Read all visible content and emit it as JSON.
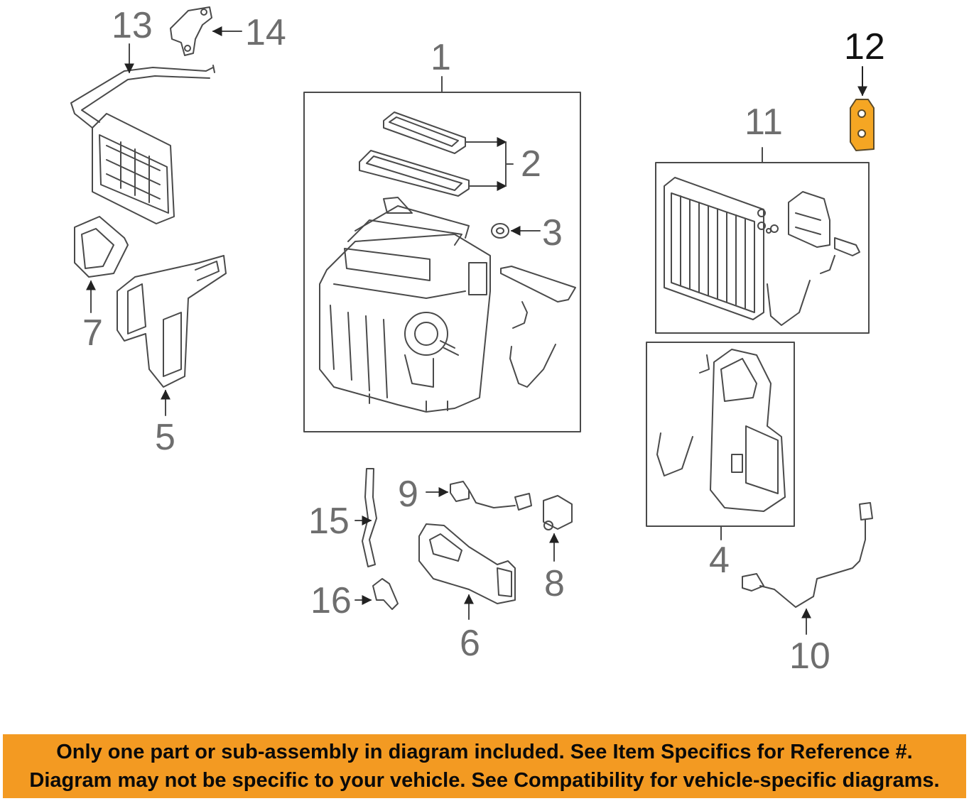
{
  "callouts": {
    "n1": "1",
    "n2": "2",
    "n3": "3",
    "n4": "4",
    "n5": "5",
    "n6": "6",
    "n7": "7",
    "n8": "8",
    "n9": "9",
    "n10": "10",
    "n11": "11",
    "n12": "12",
    "n13": "13",
    "n14": "14",
    "n15": "15",
    "n16": "16"
  },
  "highlighted_part": "12",
  "colors": {
    "line": "#4a4a4a",
    "label": "#6e6e6e",
    "highlight": "#f5a623",
    "banner": "#f39a22",
    "banner_text": "#0a0a0a"
  },
  "banner": {
    "line1": "Only one part or sub-assembly in diagram included. See Item Specifics for Reference #.",
    "line2": "Diagram may not be specific to your vehicle. See Compatibility for vehicle-specific diagrams."
  }
}
